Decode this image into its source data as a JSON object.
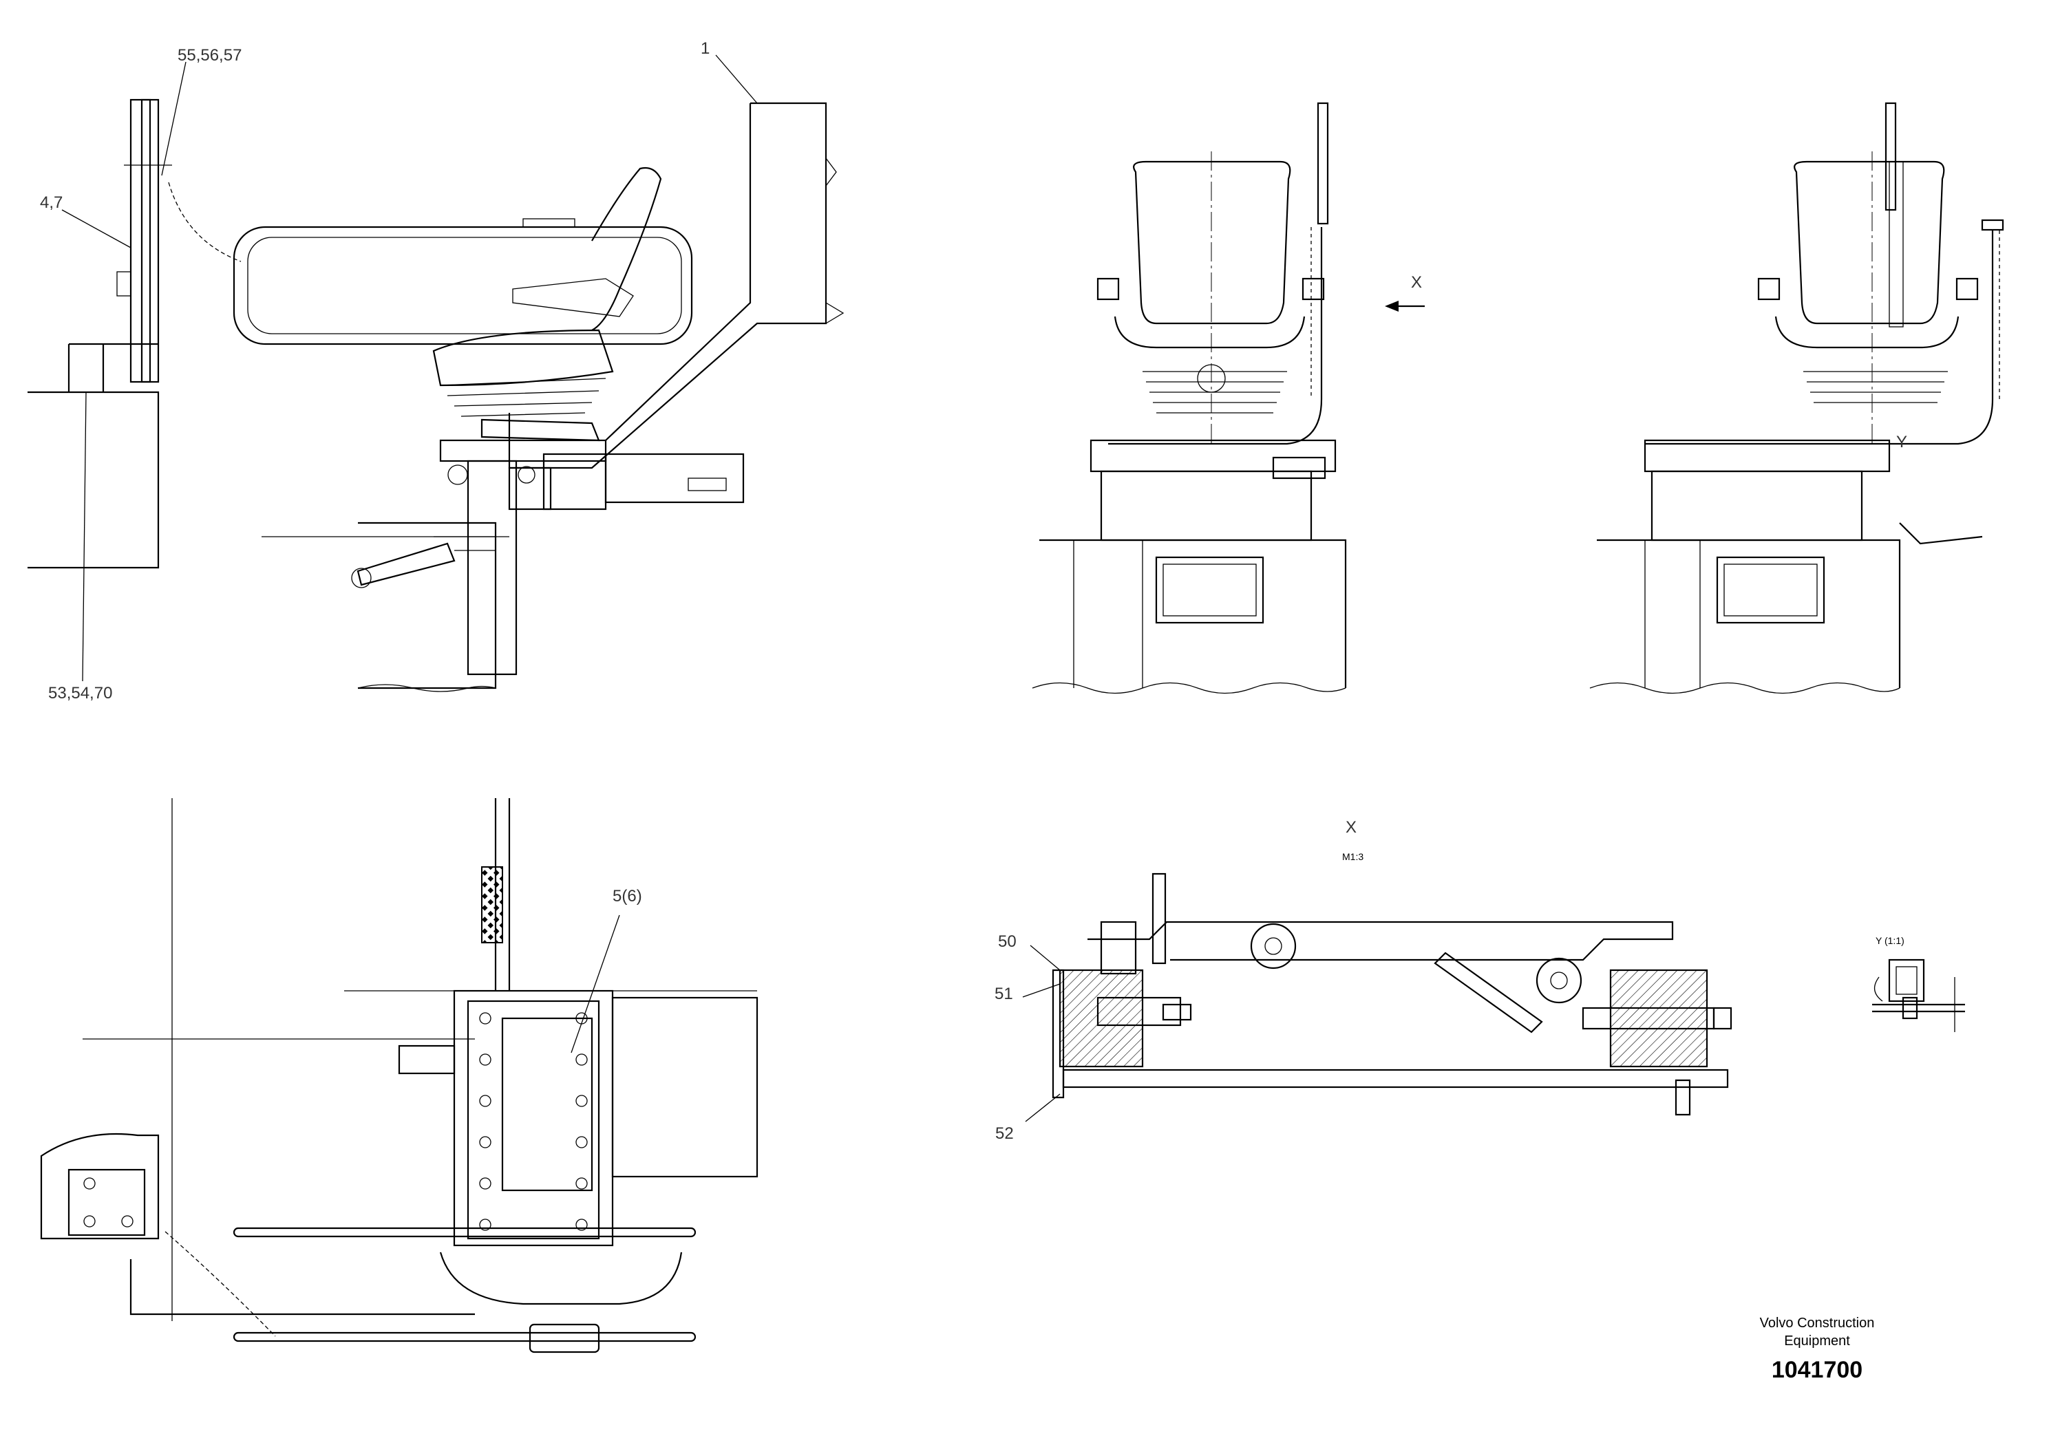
{
  "labels": {
    "ref_55_56_57": "55,56,57",
    "ref_1": "1",
    "ref_4_7": "4,7",
    "ref_53_54_70": "53,54,70",
    "ref_5_6": "5(6)",
    "view_x_arrow": "X",
    "view_y": "Y",
    "view_x_title": "X",
    "view_x_scale": "M1:3",
    "ref_50": "50",
    "ref_51": "51",
    "ref_52": "52",
    "detail_y_title": "Y (1:1)"
  },
  "title_block": {
    "company_line1": "Volvo Construction",
    "company_line2": "Equipment",
    "document_number": "1041700"
  }
}
